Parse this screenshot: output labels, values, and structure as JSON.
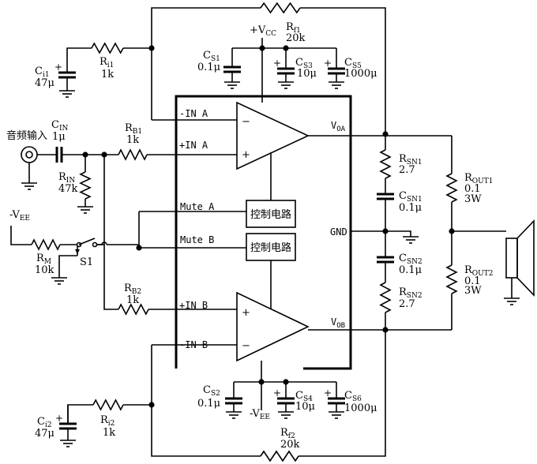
{
  "pins": {
    "in_neg_a": "-IN A",
    "in_pos_a": "+IN A",
    "mute_a": "Mute A",
    "mute_b": "Mute B",
    "in_pos_b": "+IN B",
    "in_neg_b": "-IN B",
    "gnd": "GND",
    "vcc": "+V",
    "vcc_sub": "CC",
    "vee": "-V",
    "vee_sub": "EE",
    "voa": "V",
    "voa_sub": "OA",
    "vob": "V",
    "vob_sub": "OB"
  },
  "control_block_label": "控制电路",
  "audio_input_label": "音频输入",
  "switch_label": "S1",
  "supply_label": "-V",
  "supply_sub": "EE",
  "components": [
    {
      "key": "rf1",
      "name": "R",
      "sub": "f1",
      "value": "20k"
    },
    {
      "key": "ri1",
      "name": "R",
      "sub": "i1",
      "value": "1k"
    },
    {
      "key": "ci1",
      "name": "C",
      "sub": "i1",
      "value": "47μ"
    },
    {
      "key": "cs1",
      "name": "C",
      "sub": "S1",
      "value": "0.1μ"
    },
    {
      "key": "cs3",
      "name": "C",
      "sub": "S3",
      "value": "10μ"
    },
    {
      "key": "cs5",
      "name": "C",
      "sub": "S5",
      "value": "1000μ"
    },
    {
      "key": "cin",
      "name": "C",
      "sub": "IN",
      "value": "1μ"
    },
    {
      "key": "rb1",
      "name": "R",
      "sub": "B1",
      "value": "1k"
    },
    {
      "key": "rin",
      "name": "R",
      "sub": "IN",
      "value": "47k"
    },
    {
      "key": "rm",
      "name": "R",
      "sub": "M",
      "value": "10k"
    },
    {
      "key": "rb2",
      "name": "R",
      "sub": "B2",
      "value": "1k"
    },
    {
      "key": "rsn1",
      "name": "R",
      "sub": "SN1",
      "value": "2.7"
    },
    {
      "key": "csn1",
      "name": "C",
      "sub": "SN1",
      "value": "0.1μ"
    },
    {
      "key": "csn2",
      "name": "C",
      "sub": "SN2",
      "value": "0.1μ"
    },
    {
      "key": "rsn2",
      "name": "R",
      "sub": "SN2",
      "value": "2.7"
    },
    {
      "key": "rout1",
      "name": "R",
      "sub": "OUT1",
      "value": "0.1",
      "value2": "3W"
    },
    {
      "key": "rout2",
      "name": "R",
      "sub": "OUT2",
      "value": "0.1",
      "value2": "3W"
    },
    {
      "key": "cs2",
      "name": "C",
      "sub": "S2",
      "value": "0.1μ"
    },
    {
      "key": "cs4",
      "name": "C",
      "sub": "S4",
      "value": "10μ"
    },
    {
      "key": "cs6",
      "name": "C",
      "sub": "S6",
      "value": "1000μ"
    },
    {
      "key": "ci2",
      "name": "C",
      "sub": "i2",
      "value": "47μ"
    },
    {
      "key": "ri2",
      "name": "R",
      "sub": "i2",
      "value": "1k"
    },
    {
      "key": "rf2",
      "name": "R",
      "sub": "f2",
      "value": "20k"
    }
  ]
}
